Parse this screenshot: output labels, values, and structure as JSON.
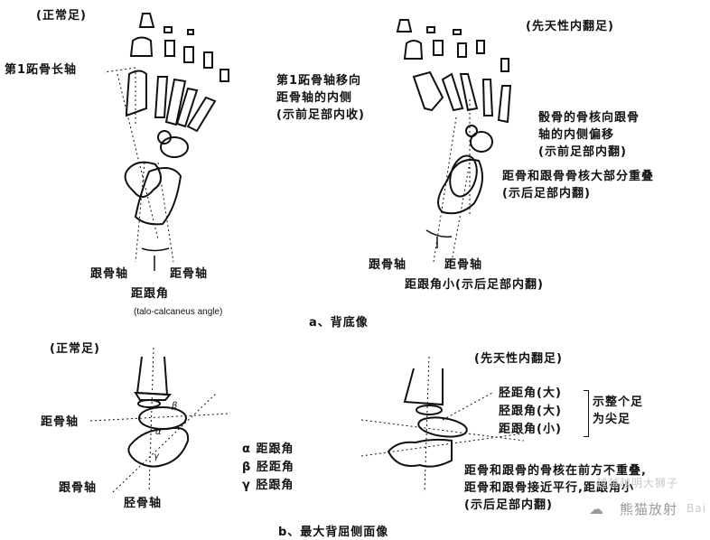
{
  "panel_a": {
    "caption": "a、背底像",
    "normal": {
      "title": "(正常足)",
      "first_metatarsal_axis": "第1跖骨长轴",
      "calcaneal_axis": "跟骨轴",
      "talar_axis": "距骨轴",
      "angle_name": "距跟角",
      "angle_name_en": "(talo-calcaneus angle)"
    },
    "clubfoot": {
      "title": "(先天性内翻足)",
      "note1": [
        "第1跖骨轴移向",
        "距骨轴的内侧",
        "(示前足部内收)"
      ],
      "note2": [
        "骰骨的骨核向跟骨",
        "轴的内侧偏移",
        "(示前足部内翻)"
      ],
      "note3": [
        "距骨和跟骨骨核大部分重叠",
        "(示后足部内翻)"
      ],
      "calcaneal_axis": "跟骨轴",
      "talar_axis": "距骨轴",
      "angle_note": "距跟角小(示后足部内翻)"
    }
  },
  "panel_b": {
    "caption": "b、最大背屈侧面像",
    "normal": {
      "title": "(正常足)",
      "talar_axis": "距骨轴",
      "calcaneal_axis": "跟骨轴",
      "tibial_axis": "胫骨轴",
      "greek": [
        "α",
        "β",
        "γ"
      ],
      "legend": [
        "α 距跟角",
        "β 胫距角",
        "γ 胫跟角"
      ]
    },
    "clubfoot": {
      "title": "(先天性内翻足)",
      "angles": [
        "胫距角(大)",
        "胫跟角(大)",
        "距跟角(小)"
      ],
      "bracket_note": [
        "示整个足",
        "为尖足"
      ],
      "note": [
        "距骨和跟骨的骨核在前方不重叠,",
        "距骨和跟骨接近平行,距跟角小",
        "(示后足部内翻)"
      ]
    }
  },
  "watermark": {
    "text": "熊猫放射",
    "faint": "越越越明大狮子",
    "faint2": "Bai"
  }
}
